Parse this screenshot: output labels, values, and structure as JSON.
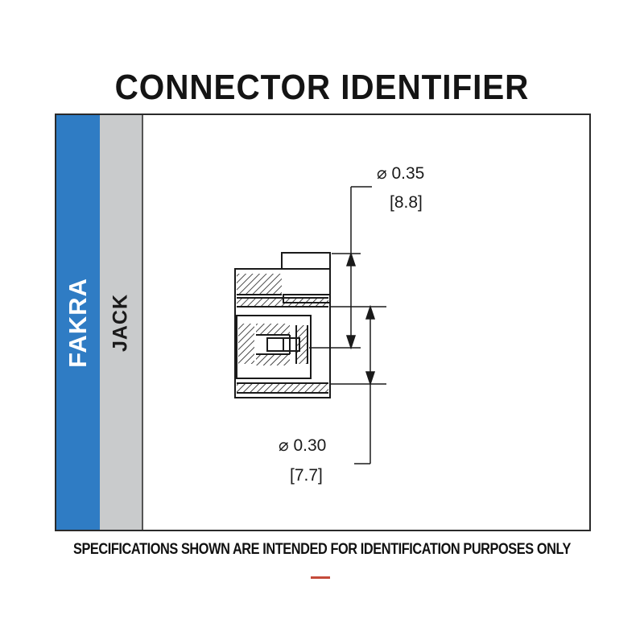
{
  "title": "CONNECTOR IDENTIFIER",
  "bands": {
    "type_label": "FAKRA",
    "gender_label": "JACK"
  },
  "dimensions": {
    "outer": {
      "diameter_in": "⌀ 0.35",
      "mm": "[8.8]"
    },
    "inner": {
      "diameter_in": "⌀ 0.30",
      "mm": "[7.7]"
    }
  },
  "footer": "SPECIFICATIONS SHOWN ARE INTENDED FOR IDENTIFICATION PURPOSES ONLY",
  "colors": {
    "fakra_blue": "#2f7cc4",
    "jack_gray": "#c9cbcc",
    "line": "#1a1a1a"
  },
  "icons": [
    "connector-side-view-drawing"
  ]
}
